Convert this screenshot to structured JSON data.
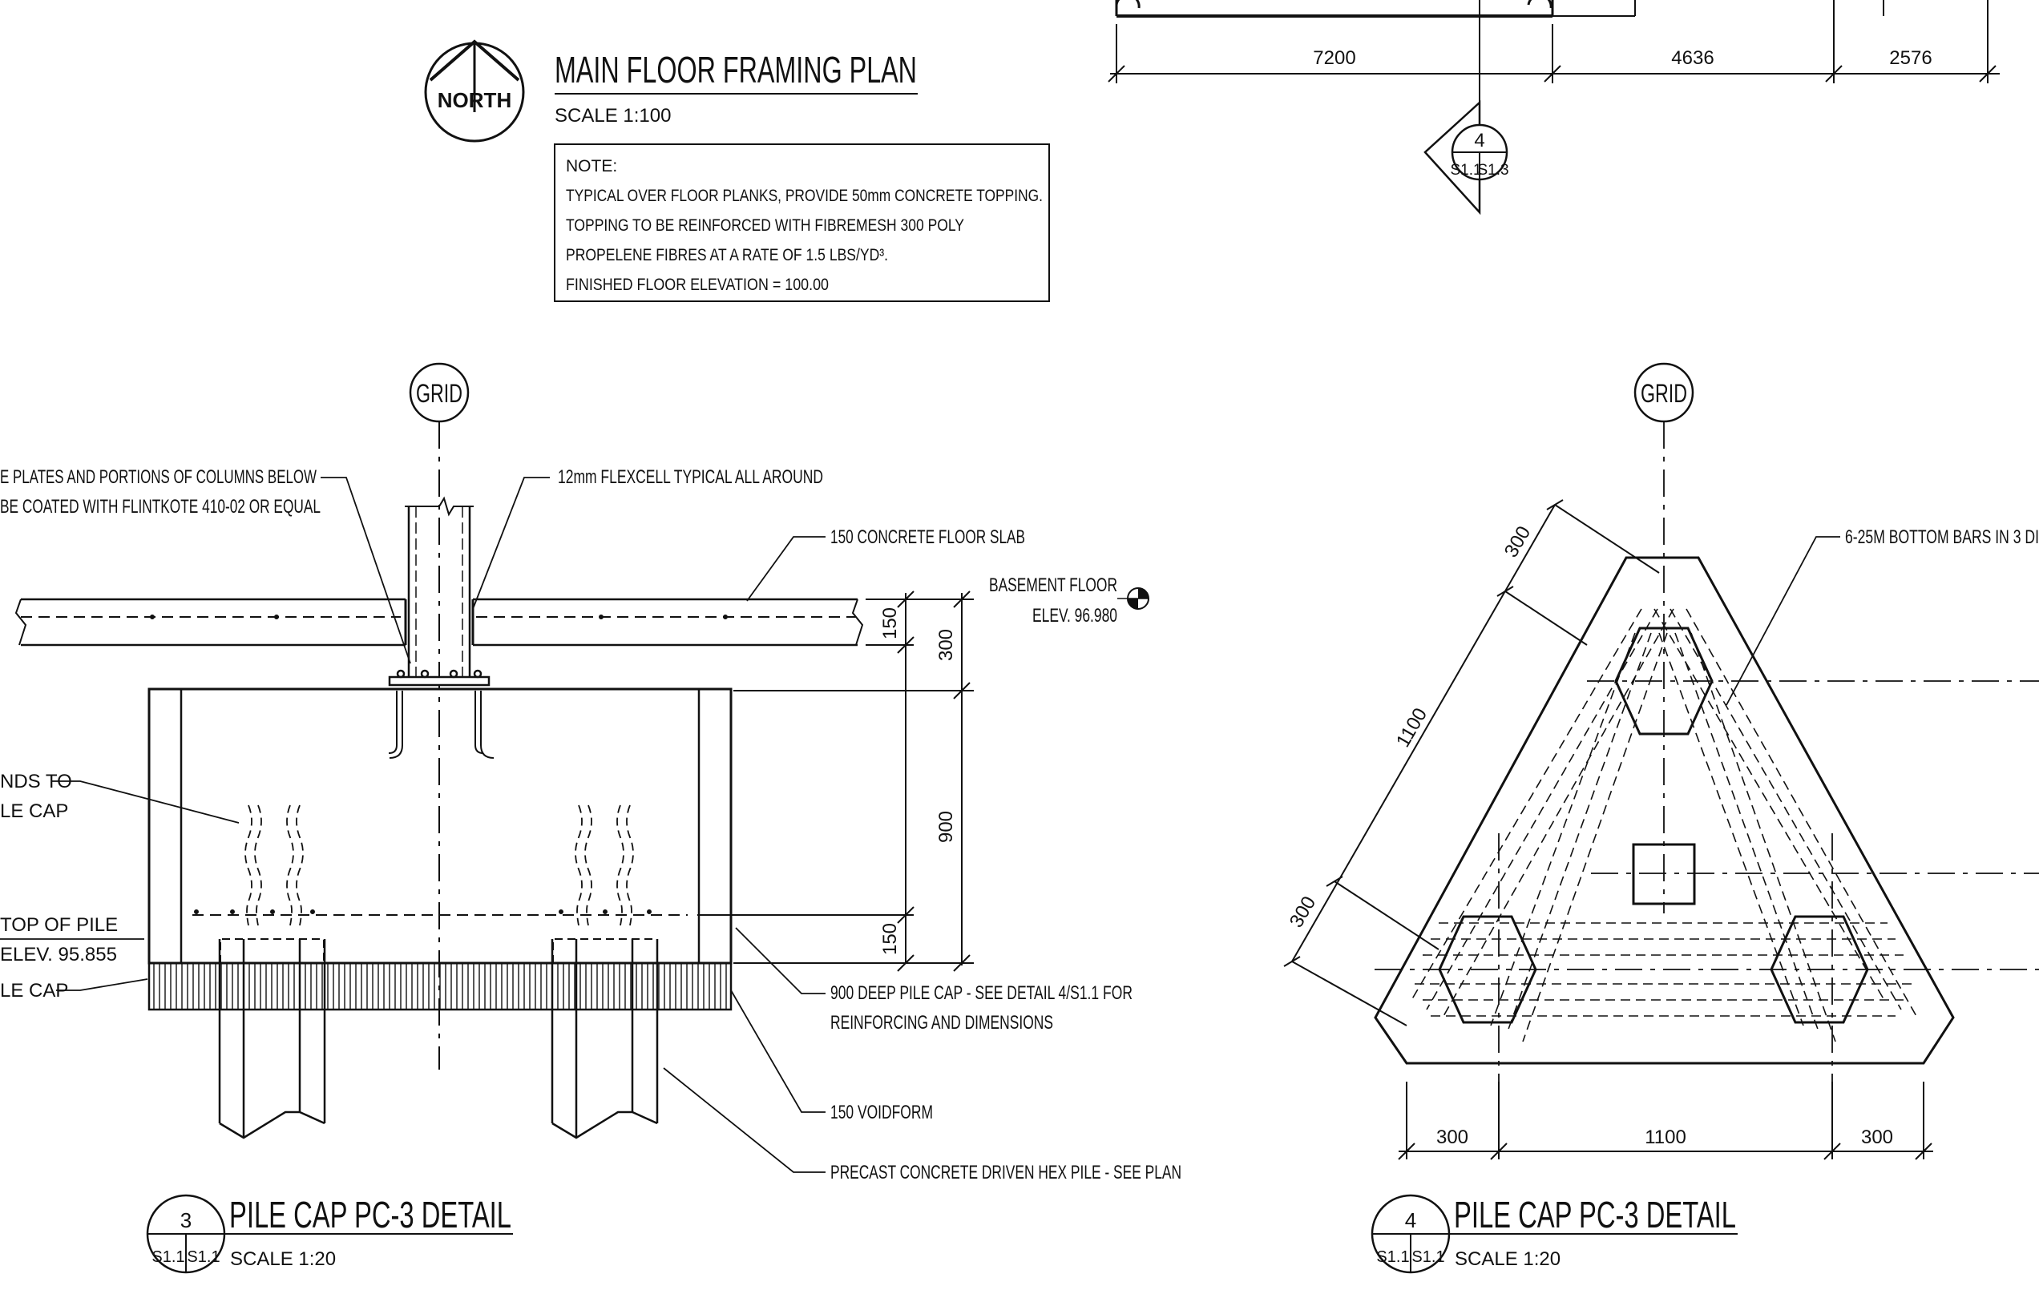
{
  "main_plan": {
    "north_label": "NORTH",
    "title": "MAIN FLOOR FRAMING PLAN",
    "scale": "SCALE 1:100",
    "note_lines": [
      "NOTE:",
      "TYPICAL OVER FLOOR PLANKS, PROVIDE 50mm CONCRETE TOPPING.",
      "TOPPING TO BE REINFORCED WITH FIBREMESH 300 POLY",
      "PROPELENE FIBRES AT A RATE OF 1.5 LBS/YD³.",
      " FINISHED FLOOR ELEVATION = 100.00"
    ],
    "dims": [
      "7200",
      "4636",
      "2576"
    ],
    "section_marker": {
      "number": "4",
      "left": "S1.1",
      "right": "S1.3"
    }
  },
  "detail3": {
    "grid": "GRID",
    "labels": {
      "base_plates_1": "E PLATES AND PORTIONS OF COLUMNS BELOW",
      "base_plates_2": "BE COATED WITH FLINTKOTE 410-02 OR EQUAL",
      "flexcell": "12mm FLEXCELL TYPICAL ALL AROUND",
      "slab": "150 CONCRETE FLOOR SLAB",
      "basement_1": "BASEMENT FLOOR",
      "basement_2": "ELEV. 96.980",
      "ends_1": "NDS TO",
      "ends_2": "LE CAP",
      "top_pile_1": "TOP OF PILE",
      "top_pile_2": "ELEV. 95.855",
      "pile_cap": "LE CAP",
      "deep_cap_1": "900 DEEP PILE CAP - SEE DETAIL 4/S1.1 FOR",
      "deep_cap_2": "REINFORCING AND DIMENSIONS",
      "voidform": "150 VOIDFORM",
      "precast": "PRECAST CONCRETE DRIVEN HEX PILE - SEE PLAN"
    },
    "dims": {
      "d150a": "150",
      "d300": "300",
      "d900": "900",
      "d150b": "150"
    },
    "title": "PILE CAP PC-3 DETAIL",
    "scale": "SCALE 1:20",
    "marker": {
      "number": "3",
      "left": "S1.1",
      "right": "S1.1"
    }
  },
  "detail4": {
    "grid": "GRID",
    "bars_label": "6-25M BOTTOM BARS IN 3 DI",
    "dims": {
      "s300a": "300",
      "s1100": "1100",
      "s300b": "300",
      "b300a": "300",
      "b1100": "1100",
      "b300b": "300"
    },
    "title": "PILE CAP PC-3 DETAIL",
    "scale": "SCALE 1:20",
    "marker": {
      "number": "4",
      "left": "S1.1",
      "right": "S1.1"
    }
  }
}
